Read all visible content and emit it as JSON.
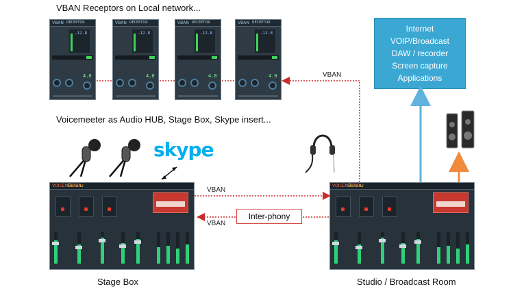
{
  "headings": {
    "top": "VBAN Receptors on Local network...",
    "middle": "Voicemeeter as Audio HUB, Stage Box, Skype insert..."
  },
  "captions": {
    "stage_box": "Stage Box",
    "studio": "Studio / Broadcast Room"
  },
  "cloud_box": {
    "lines": [
      "Internet",
      "VOIP/Broadcast",
      "DAW / recorder",
      "Screen capture",
      "Applications"
    ]
  },
  "links": {
    "receptor_link": "VBAN",
    "forward_link": "VBAN",
    "return_link": "VBAN",
    "interphony": "Inter-phony"
  },
  "logos": {
    "skype": "skype"
  },
  "receptor_ui": {
    "title": "VBAN",
    "subtitle": "RECEPTOR",
    "level": "-12.8",
    "value": "4.0"
  },
  "mixer_ui": {
    "logo": "VOICEMEETER",
    "edition": "Banana"
  },
  "colors": {
    "vban_arrow": "#cc2b2b",
    "cloud_fill": "#3ba8d4",
    "up_arrow_blue": "#5fb3dc",
    "up_arrow_orange": "#f08a3c",
    "interphony_border": "#d84a4a"
  },
  "icons": [
    "microphone-icon",
    "headset-icon",
    "speaker-icon",
    "skype-logo"
  ]
}
